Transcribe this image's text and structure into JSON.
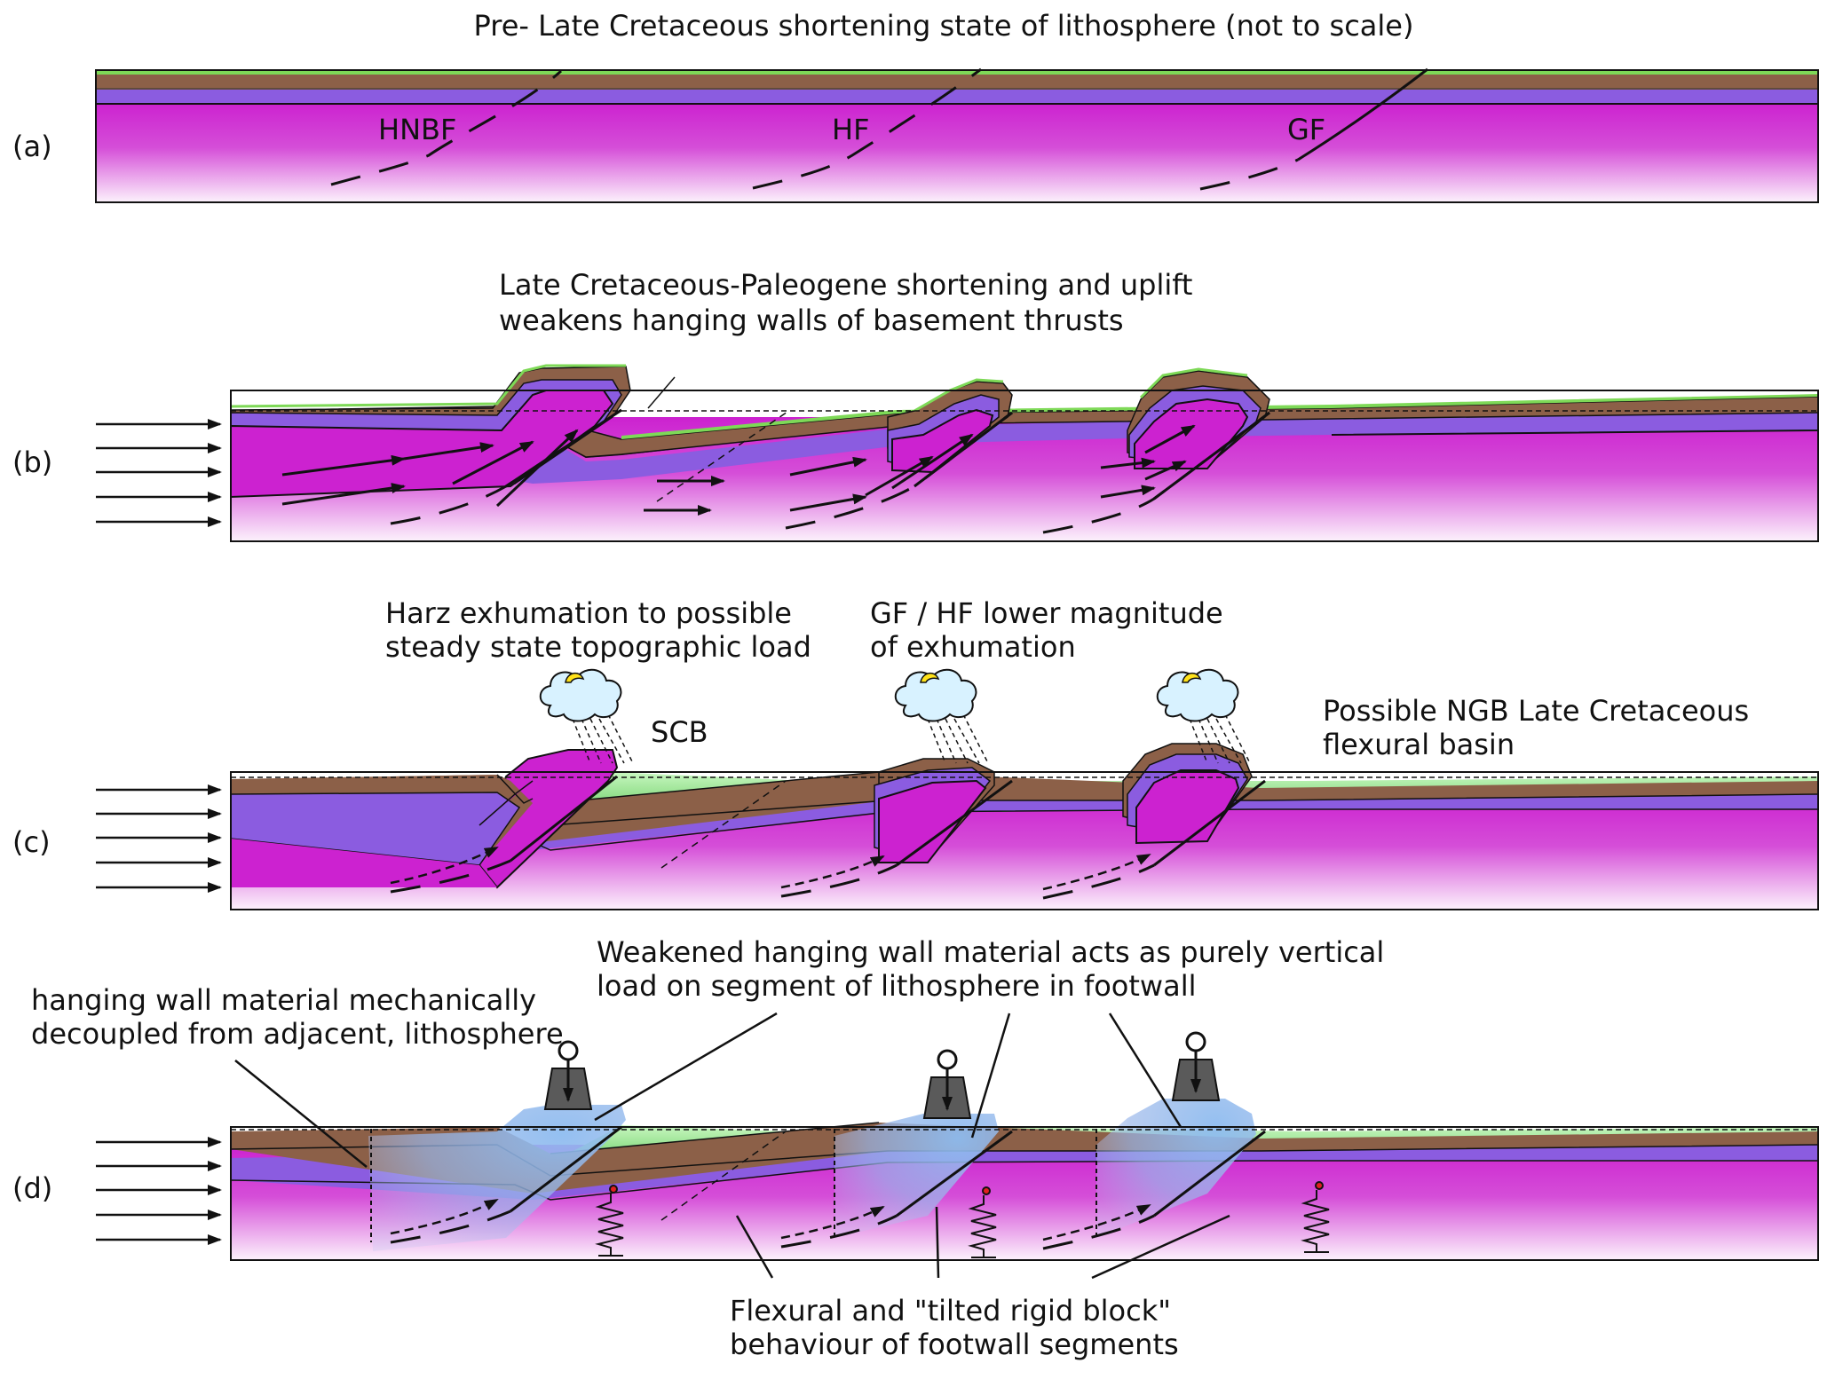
{
  "panels": {
    "a": {
      "label": "(a)",
      "caption": "Pre- Late Cretaceous shortening state of lithosphere (not to scale)",
      "faults": [
        "HNBF",
        "HF",
        "GF"
      ]
    },
    "b": {
      "label": "(b)",
      "caption_lines": [
        "Late Cretaceous-Paleogene shortening and uplift",
        "weakens hanging walls of basement thrusts"
      ]
    },
    "c": {
      "label": "(c)",
      "caption_left_lines": [
        "Harz exhumation to possible",
        "steady state topographic load"
      ],
      "caption_mid_lines": [
        "GF / HF lower magnitude",
        "of exhumation"
      ],
      "caption_right_lines": [
        "Possible NGB Late Cretaceous",
        "flexural basin"
      ],
      "scb_label": "SCB"
    },
    "d": {
      "label": "(d)",
      "caption_left_lines": [
        "hanging wall material mechanically",
        "decoupled from adjacent, lithosphere"
      ],
      "caption_top_lines": [
        "Weakened hanging wall material acts as purely vertical",
        "load on segment of lithosphere in footwall"
      ],
      "caption_bottom_lines": [
        "Flexural and \"tilted rigid block\"",
        "behaviour of footwall segments"
      ]
    }
  },
  "colors": {
    "sediment_green": "#7ed957",
    "brown_layer": "#8c6048",
    "purple_layer": "#8b5ce0",
    "magenta_top": "#cc22d0",
    "magenta_bottom": "#fbeefb",
    "basin_green": "#b8f0b0",
    "weak_blue": "#8ab4ec",
    "cloud_blue": "#d8f2ff",
    "sun_yellow": "#ffe21a",
    "weight_grey": "#5a5a5a"
  }
}
